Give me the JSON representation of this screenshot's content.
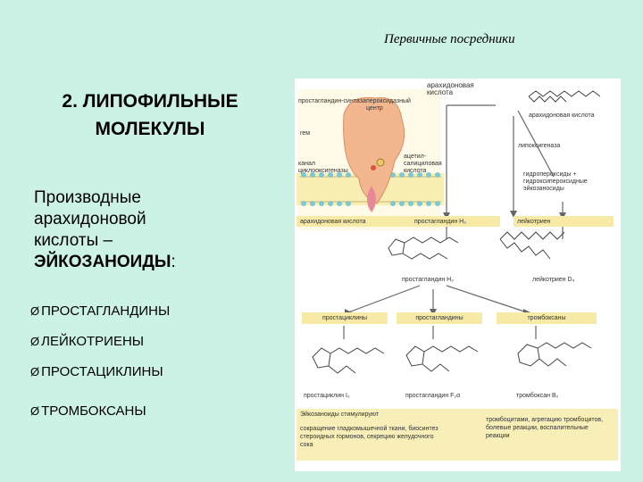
{
  "header": {
    "text": "Первичные посредники"
  },
  "title": {
    "line1": "2. ЛИПОФИЛЬНЫЕ",
    "line2": "МОЛЕКУЛЫ"
  },
  "intro": {
    "line1": "Производные",
    "line2": "арахидоновой",
    "line3": "кислоты –",
    "emphasis": "ЭЙКОЗАНОИДЫ",
    "colon": ":"
  },
  "list": {
    "bullet": "Ø",
    "items": [
      "ПРОСТАГЛАНДИНЫ",
      "ЛЕЙКОТРИЕНЫ",
      "ПРОСТАЦИКЛИНЫ",
      "ТРОМБОКСАНЫ"
    ]
  },
  "figure": {
    "labels": {
      "prostaglandin_synthase": "простагландин-синтаза",
      "peroxidase_center": "пероксидазный центр",
      "arachidonic_acid_top": "арахидоновая кислота",
      "arachidonic_acid_chain": "арахидоновая кислота",
      "gem": "гем",
      "cox_channel": "канал циклооксигеназы",
      "acetylsalicylic": "ацетил-салициловая кислота",
      "lipoxygenase": "липоксигеназа",
      "hydroperoxides": "гидропероксиды + гидроксипероксидные эйкозаносиды",
      "arachidonic_box": "арахидоновая кислота",
      "pgh2_box": "простагландин H₂",
      "leukotriene_box": "лейкотриен",
      "pgh2_struct": "простагландин H₂",
      "ltd4_struct": "лейкотриен D₄",
      "prostacyclins": "простациклины",
      "prostaglandins": "простагландины",
      "thromboxanes": "тромбоксаны",
      "pgi2": "простациклин I₂",
      "pgf2a": "простагландин F₂α",
      "txb2": "тромбоксан B₂",
      "effects_title": "Эйкозаноиды стимулируют",
      "effects_left": "сокращение гладкомышечной ткани, биосинтез стероидных гормонов, секрецию желудочного сока",
      "effects_right": "тромбоцитами, агрегацию тромбоцитов, болевые реакции, воспалительные реакции"
    }
  }
}
